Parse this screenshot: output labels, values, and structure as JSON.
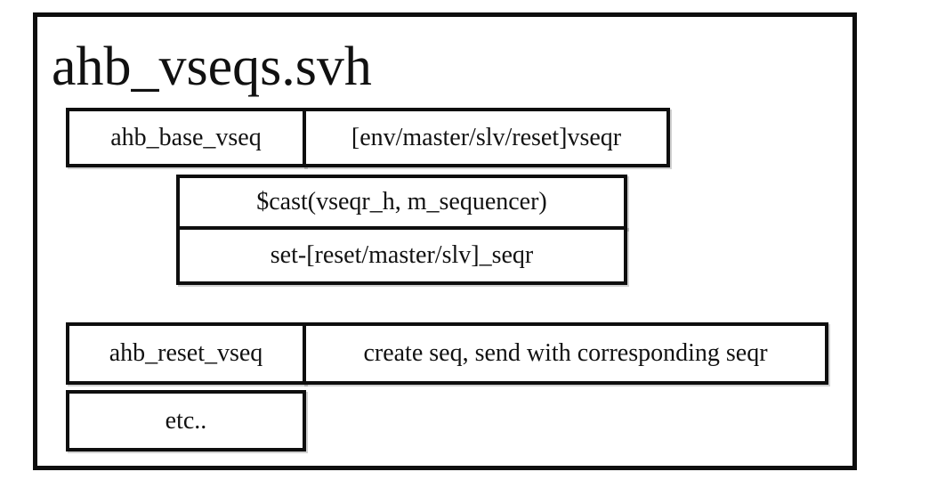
{
  "diagram": {
    "title": "ahb_vseqs.svh",
    "row1": {
      "left": "ahb_base_vseq",
      "right": "[env/master/slv/reset]vseqr"
    },
    "middle": {
      "top": "$cast(vseqr_h, m_sequencer)",
      "bottom": "set-[reset/master/slv]_seqr"
    },
    "row2": {
      "left": "ahb_reset_vseq",
      "right": "create seq, send with corresponding seqr"
    },
    "etc": "etc.."
  },
  "colors": {
    "border": "#0e0e0e",
    "text": "#121212",
    "background": "#ffffff"
  }
}
